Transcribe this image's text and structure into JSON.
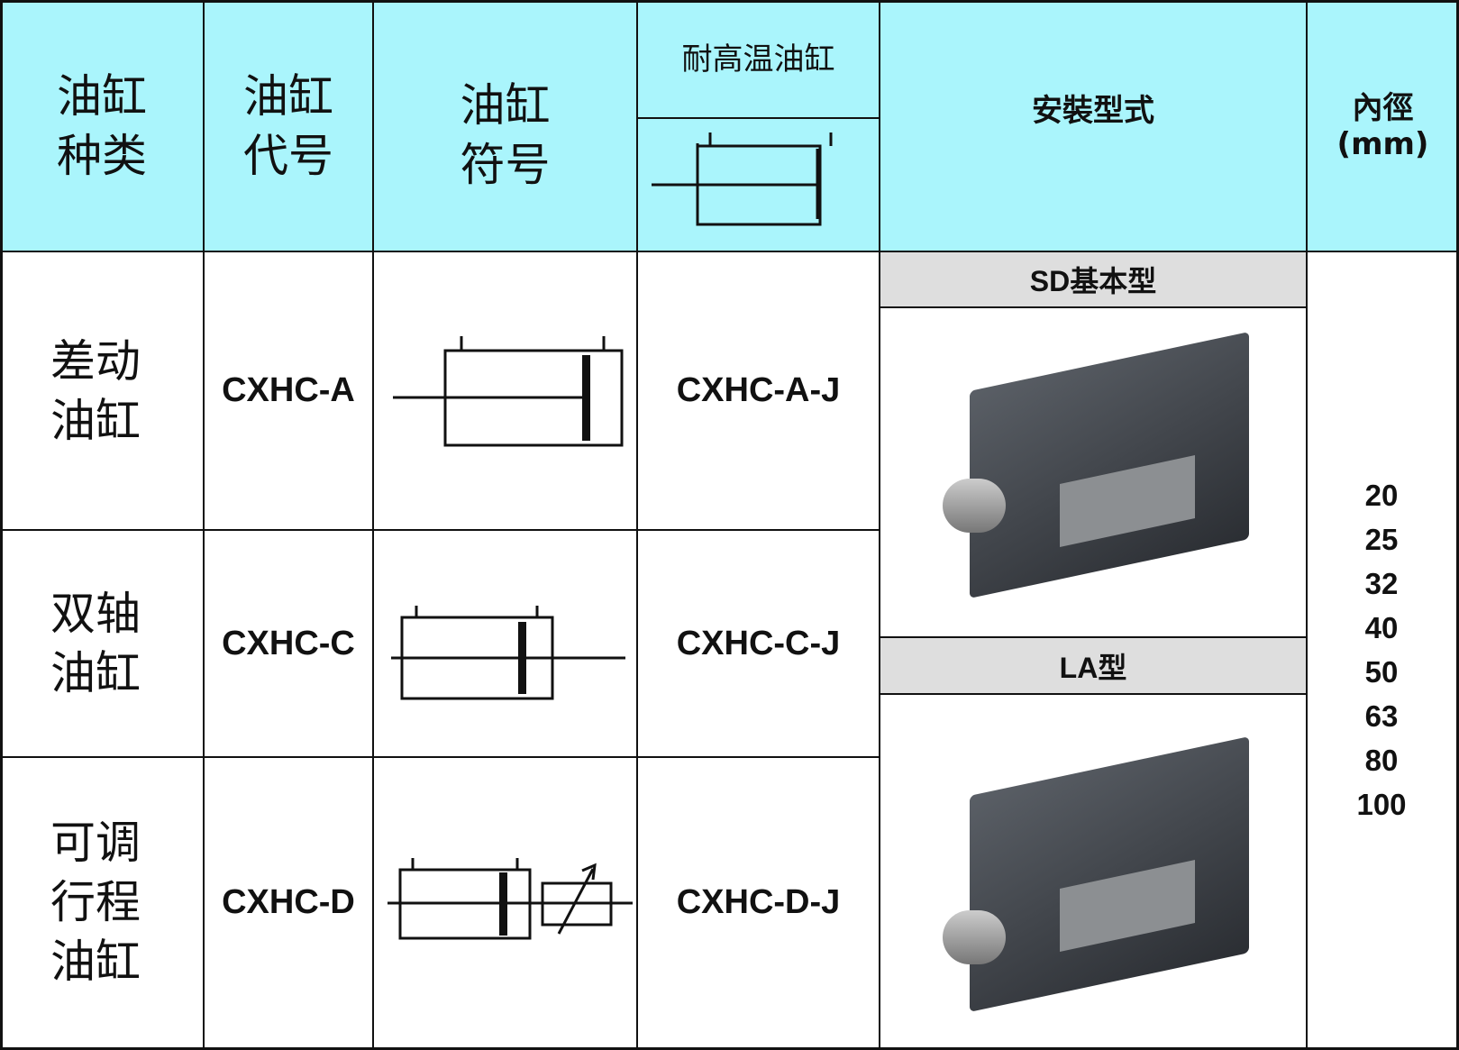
{
  "header": {
    "type": "油缸\n种类",
    "code": "油缸\n代号",
    "symbol": "油缸\n符号",
    "high_temp": "耐高温油缸",
    "mounting": "安裝型式",
    "bore": "內徑\n(mm)"
  },
  "rows": [
    {
      "type": "差动\n油缸",
      "code": "CXHC-A",
      "ht_code": "CXHC-A-J"
    },
    {
      "type": "双轴\n油缸",
      "code": "CXHC-C",
      "ht_code": "CXHC-C-J"
    },
    {
      "type": "可调\n行程\n油缸",
      "code": "CXHC-D",
      "ht_code": "CXHC-D-J"
    }
  ],
  "mounting_types": [
    "SD基本型",
    "LA型"
  ],
  "bore_values": "20\n25\n32\n40\n50\n63\n80\n100",
  "colors": {
    "header_bg": "#aaf5fc",
    "band_bg": "#dedede"
  }
}
